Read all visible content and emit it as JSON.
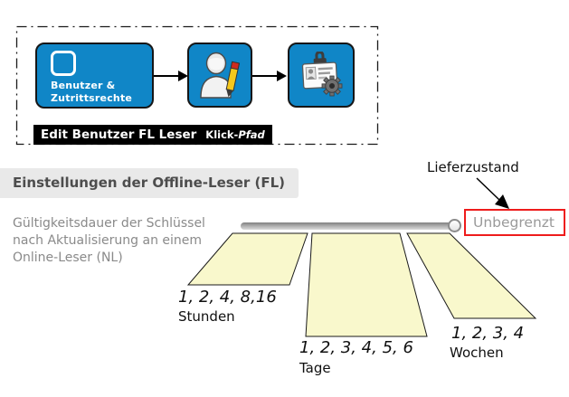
{
  "colors": {
    "accent_blue": "#1086c7",
    "trapezoid_fill": "#f9f8cc",
    "highlight_red": "#ee1c1c",
    "heading_band_gray": "#e9e9e9"
  },
  "click_path_diagram": {
    "step1": {
      "label_line1": "Benutzer &",
      "label_line2": "Zutrittsrechte",
      "icon": "rounded-square-icon"
    },
    "step2": {
      "icon": "edit-user-icon"
    },
    "step3": {
      "icon": "id-card-security-icon"
    },
    "caption_main": "Edit Benutzer FL Leser",
    "caption_suffix_regular": "Klick-",
    "caption_suffix_italic": "Pfad"
  },
  "section": {
    "heading": "Einstellungen der Offline-Leser (FL)",
    "description_lines": [
      "Gültigkeitsdauer der Schlüssel",
      "nach Aktualisierung an einem",
      "Online-Leser (NL)"
    ]
  },
  "slider": {
    "callout_label": "Lieferzustand",
    "value": "Unbegrenzt"
  },
  "duration_options": [
    {
      "values": "1, 2, 4, 8,16",
      "unit": "Stunden"
    },
    {
      "values": "1, 2, 3, 4, 5, 6",
      "unit": "Tage"
    },
    {
      "values": "1, 2, 3, 4",
      "unit": "Wochen"
    }
  ]
}
